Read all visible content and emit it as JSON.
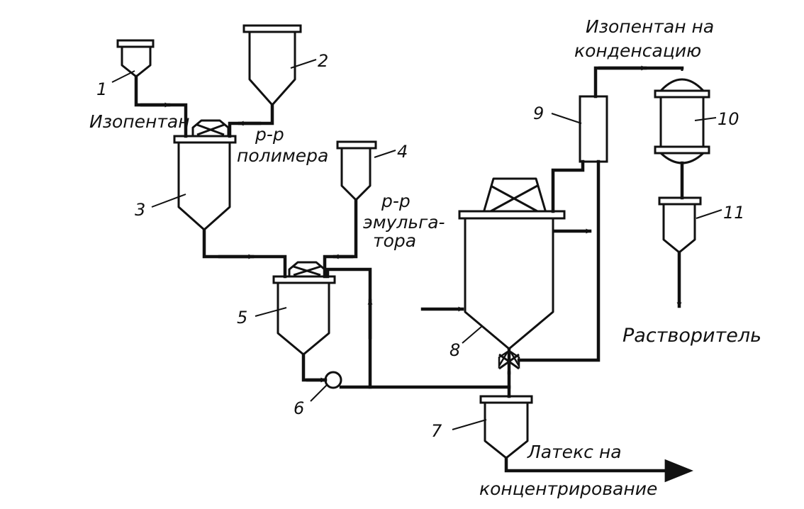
{
  "labels": {
    "isopentane_in": "Изопентан",
    "polymer_solution_1": "р-р",
    "polymer_solution_2": "полимера",
    "emulsifier_1": "р-р",
    "emulsifier_2": "эмульга-",
    "emulsifier_3": "тора",
    "isopentane_out_1": "Изопентан на",
    "isopentane_out_2": "конденсацию",
    "solvent": "Растворитель",
    "latex_out_1": "Латекс на",
    "latex_out_2": "концентрирование"
  },
  "equipment_numbers": [
    "1",
    "2",
    "3",
    "4",
    "5",
    "6",
    "7",
    "8",
    "9",
    "10",
    "11"
  ]
}
